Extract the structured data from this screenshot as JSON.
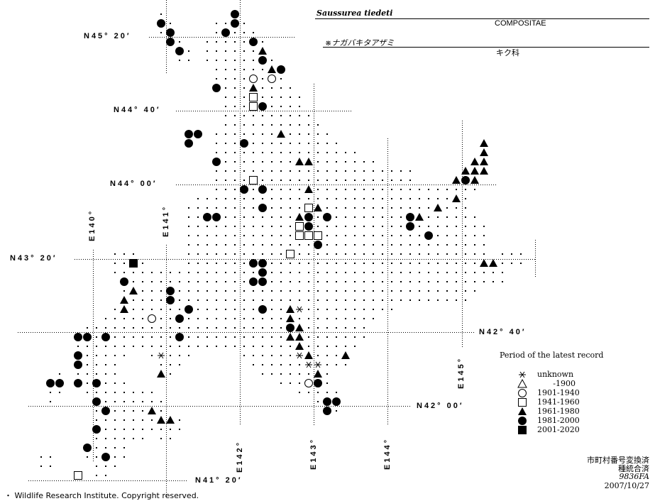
{
  "title": {
    "scientific_name": "Saussurea tiedeti",
    "family_latin": "COMPOSITAE",
    "japanese_name": "※ナガバキタアザミ",
    "family_japanese": "キク科"
  },
  "axes": {
    "latitudes": [
      "N45° 20′",
      "N44° 40′",
      "N44° 00′",
      "N43° 20′",
      "N42° 40′",
      "N42° 00′",
      "N41° 20′"
    ],
    "longitudes": [
      "E140°",
      "E141°",
      "E142°",
      "E143°",
      "E144°",
      "E145°"
    ]
  },
  "legend": {
    "title": "Period of the latest record",
    "items": [
      {
        "symbol": "asterisk",
        "label": "unknown"
      },
      {
        "symbol": "open-triangle",
        "label": "-1900"
      },
      {
        "symbol": "open-circle",
        "label": "1901-1940"
      },
      {
        "symbol": "open-square",
        "label": "1941-1960"
      },
      {
        "symbol": "filled-triangle",
        "label": "1961-1980"
      },
      {
        "symbol": "filled-circle",
        "label": "1981-2000"
      },
      {
        "symbol": "filled-square",
        "label": "2001-2020"
      }
    ]
  },
  "footer": {
    "line1": "市町村番号変換済",
    "line2": "種統合済",
    "code": "9836FA",
    "date": "2007/10/27",
    "copyright": "・ Wildlife Research Institute. Copyright reserved."
  }
}
